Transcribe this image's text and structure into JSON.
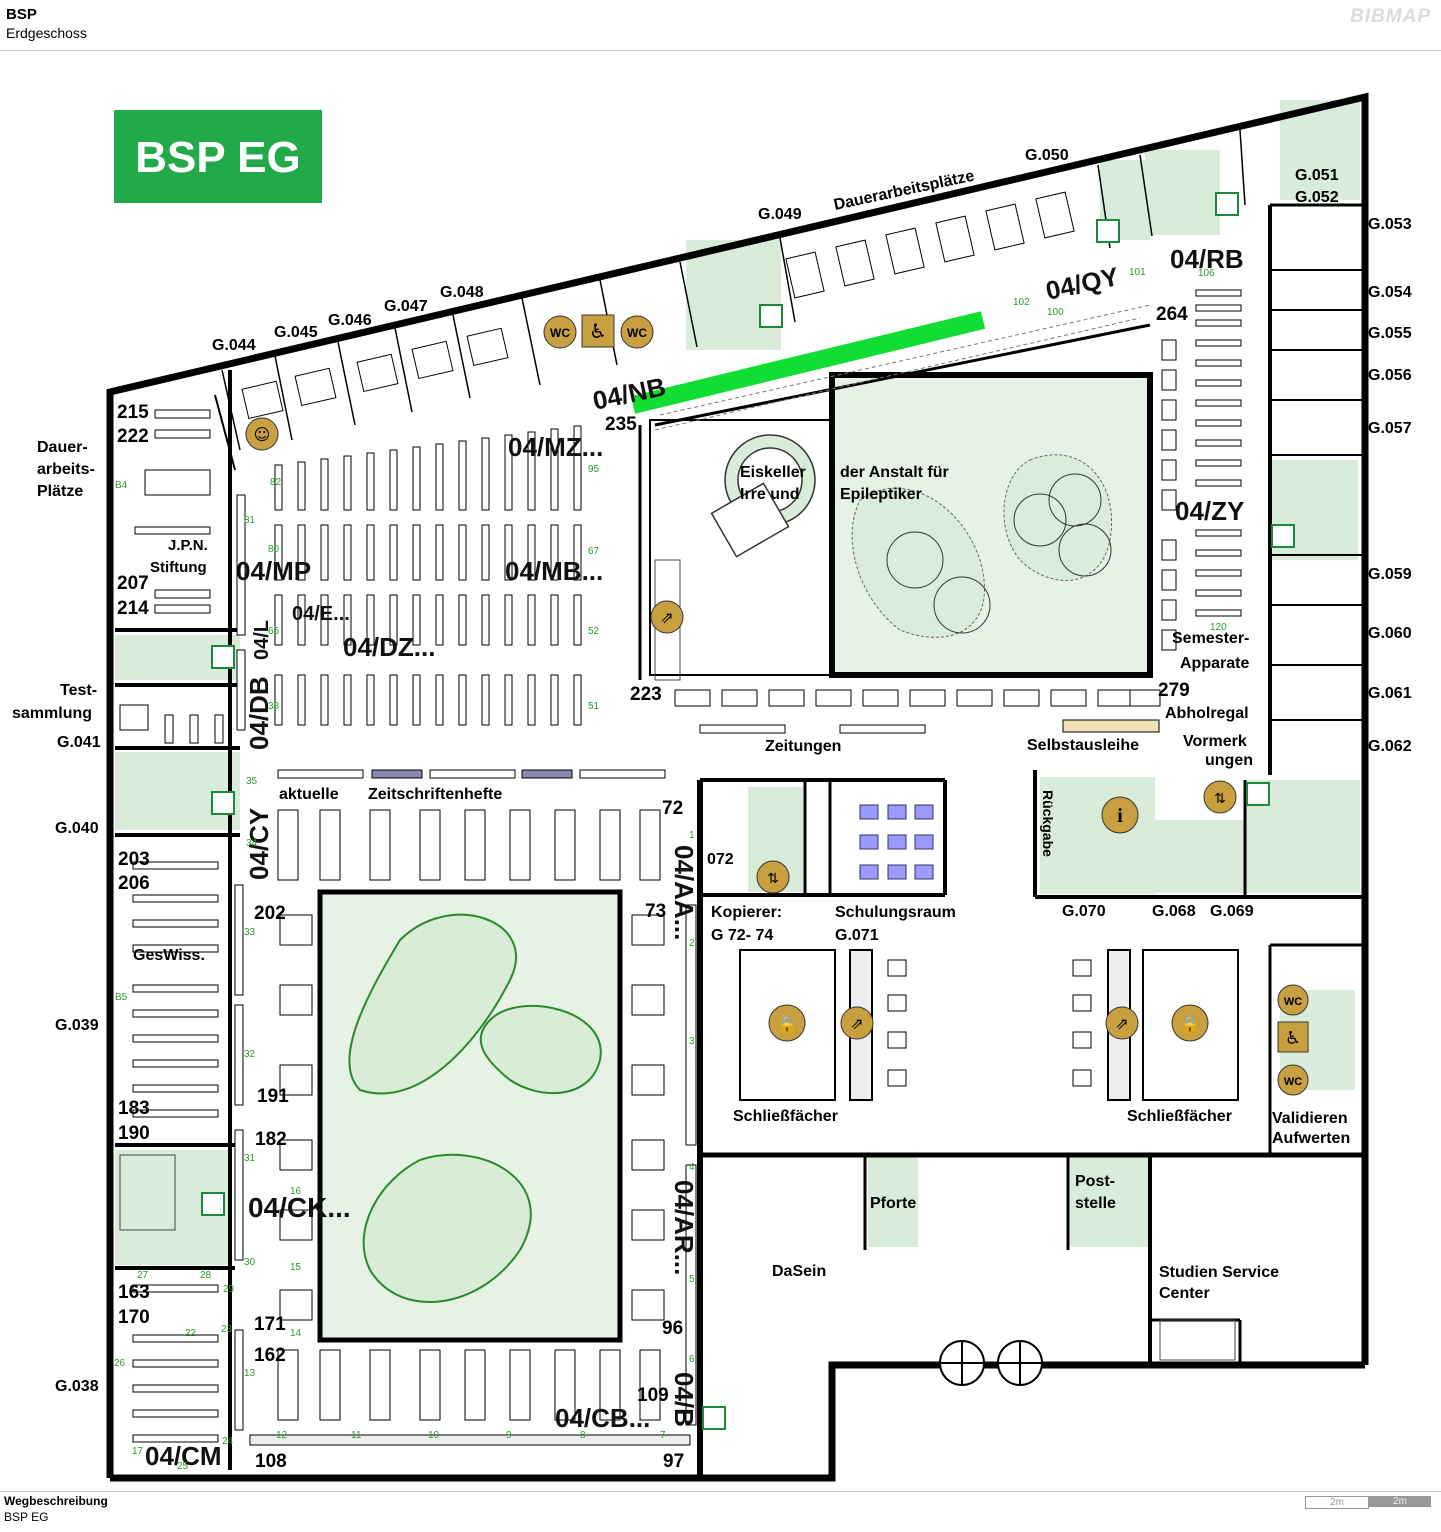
{
  "header": {
    "title": "BSP",
    "subtitle": "Erdgeschoss",
    "brand": "BIBMAP"
  },
  "footer": {
    "title": "Wegbeschreibung",
    "subtitle": "BSP EG",
    "scale_left": "2m",
    "scale_right": "2m"
  },
  "map": {
    "badge": "BSP EG",
    "colors": {
      "badge": "#22aa4a",
      "room_fill": "#d9ecd9",
      "wall": "#000000",
      "route": "#11dd33",
      "icon": "#c9a040"
    },
    "rooms": {
      "g050": "G.050",
      "g051": "G.051",
      "g052": "G.052",
      "g053": "G.053",
      "g054": "G.054",
      "g055": "G.055",
      "g056": "G.056",
      "g057": "G.057",
      "g059": "G.059",
      "g060": "G.060",
      "g061": "G.061",
      "g062": "G.062",
      "g049": "G.049",
      "g048": "G.048",
      "g047": "G.047",
      "g046": "G.046",
      "g045": "G.045",
      "g044": "G.044",
      "g041": "G.041",
      "g040": "G.040",
      "g039": "G.039",
      "g038": "G.038",
      "g070": "G.070",
      "g068": "G.068",
      "g069": "G.069",
      "g071": "G.071",
      "g072": "072"
    },
    "labels": {
      "dauerarbeitsplaetze_top": "Dauerarbeitsplätze",
      "dauer_1": "Dauer-",
      "dauer_2": "arbeits-",
      "dauer_3": "Plätze",
      "jpn_1": "J.P.N.",
      "jpn_2": "Stiftung",
      "test_1": "Test-",
      "test_2": "sammlung",
      "eiskeller_1": "Eiskeller",
      "eiskeller_2": "Irre  und",
      "anstalt_1": "der Anstalt für",
      "anstalt_2": "Epileptiker",
      "semester_1": "Semester-",
      "semester_2": "Apparate",
      "abholregal": "Abholregal",
      "vormerk_1": "Vormerk",
      "vormerk_2": "ungen",
      "zeitungen": "Zeitungen",
      "selbstausleihe": "Selbstausleihe",
      "aktuelle": "aktuelle",
      "zeitschriftenhefte": "Zeitschriftenhefte",
      "rueckgabe": "Rückgabe",
      "kopierer_1": "Kopierer:",
      "kopierer_2": "G 72- 74",
      "schulungsraum": "Schulungsraum",
      "gesswiss": "GesWiss.",
      "schliess_left": "Schließfächer",
      "schliess_right": "Schließfächer",
      "validieren_1": "Validieren",
      "validieren_2": "Aufwerten",
      "pforte": "Pforte",
      "post_1": "Post-",
      "post_2": "stelle",
      "dasein": "DaSein",
      "ssc_1": "Studien Service",
      "ssc_2": "Center",
      "wc": "WC"
    },
    "signatures": {
      "rb": "04/RB",
      "qy": "04/QY",
      "nb": "04/NB",
      "mz": "04/MZ...",
      "zy": "04/ZY",
      "mp": "04/MP",
      "mb": "04/MB...",
      "e": "04/E...",
      "dz": "04/DZ...",
      "l": "04/L",
      "db": "04/DB",
      "cy": "04/CY",
      "aa": "04/AA...",
      "ck": "04/CK...",
      "ar": "04/AR...",
      "cb": "04/CB...",
      "b": "04/B",
      "cm": "04/CM"
    },
    "shelf_numbers": {
      "n215": "215",
      "n222": "222",
      "n207": "207",
      "n214": "214",
      "n264": "264",
      "n235": "235",
      "n223": "223",
      "n279": "279",
      "n72": "72",
      "n73": "73",
      "n203": "203",
      "n206": "206",
      "n202": "202",
      "n183": "183",
      "n190": "190",
      "n191": "191",
      "n182": "182",
      "n163": "163",
      "n170": "170",
      "n171": "171",
      "n162": "162",
      "n96": "96",
      "n109": "109",
      "n108": "108",
      "n97": "97"
    },
    "small_numbers": {
      "s82": "82",
      "s81": "81",
      "s80": "80",
      "s65": "65",
      "s38": "38",
      "s95": "95",
      "s67": "67",
      "s52": "52",
      "s51": "51",
      "s35": "35",
      "s34": "34",
      "s33": "33",
      "s32": "32",
      "s31": "31",
      "s16": "16",
      "s30": "30",
      "s15": "15",
      "s14": "14",
      "s13": "13",
      "s27": "27",
      "s28": "28",
      "s29": "29",
      "s22": "22",
      "s23": "23",
      "s26": "26",
      "s24": "24",
      "s17": "17",
      "s25": "25",
      "s12": "12",
      "s11": "11",
      "s10": "10",
      "s9": "9",
      "s8": "8",
      "s7": "7",
      "s1": "1",
      "s2": "2",
      "s3": "3",
      "s4": "4",
      "s5": "5",
      "s6": "6",
      "s102": "102",
      "s100": "100",
      "s101": "101",
      "s106": "106",
      "s120": "120",
      "b4": "B4",
      "b5": "B5"
    }
  }
}
